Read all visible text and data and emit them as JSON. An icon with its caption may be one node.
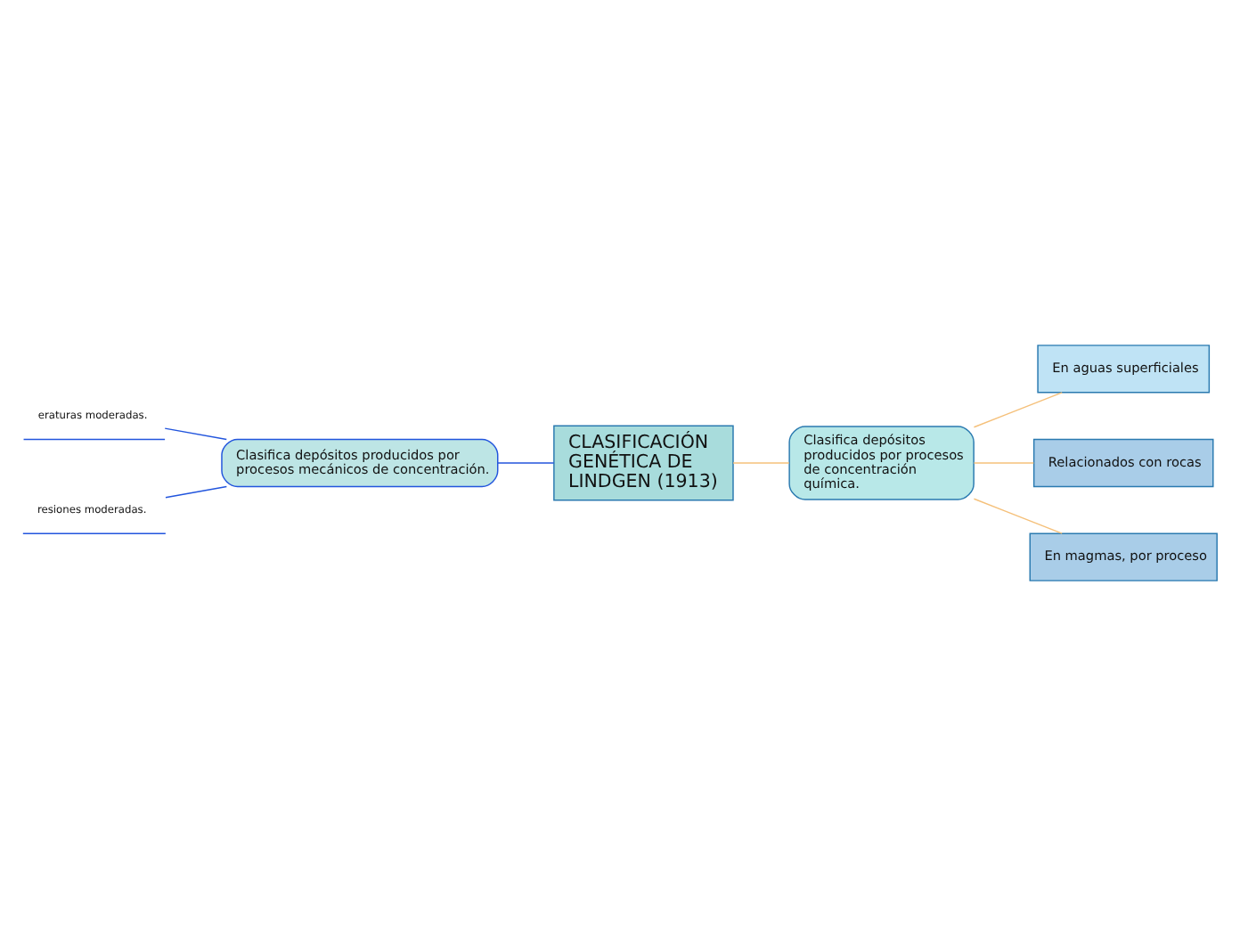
{
  "diagram": {
    "nodes": [
      {
        "text": [
          "CLASIFICACIÓN GENÉTICA DE LINDGEN (1913)"
        ]
      },
      {
        "text": [
          "Clasifica depósitos producidos por procesos mecánicos de concentración."
        ]
      },
      {
        "text": [
          "eraturas moderadas."
        ]
      },
      {
        "text": [
          "resiones moderadas."
        ]
      },
      {
        "text": [
          "Clasifica depósitos producidos por procesos de concentración química."
        ]
      },
      {
        "text": [
          "En aguas superficiales"
        ]
      },
      {
        "text": [
          "Relacionados con rocas"
        ]
      },
      {
        "text": [
          "En magmas, por proceso"
        ]
      }
    ],
    "edges": [
      {
        "from": 0,
        "to": 1,
        "arrow": "none",
        "color": "#2255dd"
      },
      {
        "from": 1,
        "to": 2,
        "arrow": "none",
        "color": "#2255dd"
      },
      {
        "from": 1,
        "to": 3,
        "arrow": "none",
        "color": "#2255dd"
      },
      {
        "from": 0,
        "to": 4,
        "arrow": "none"
      },
      {
        "from": 4,
        "to": 5,
        "arrow": "none"
      },
      {
        "from": 4,
        "to": 6,
        "arrow": "none"
      },
      {
        "from": 4,
        "to": 7,
        "arrow": "none"
      }
    ]
  }
}
